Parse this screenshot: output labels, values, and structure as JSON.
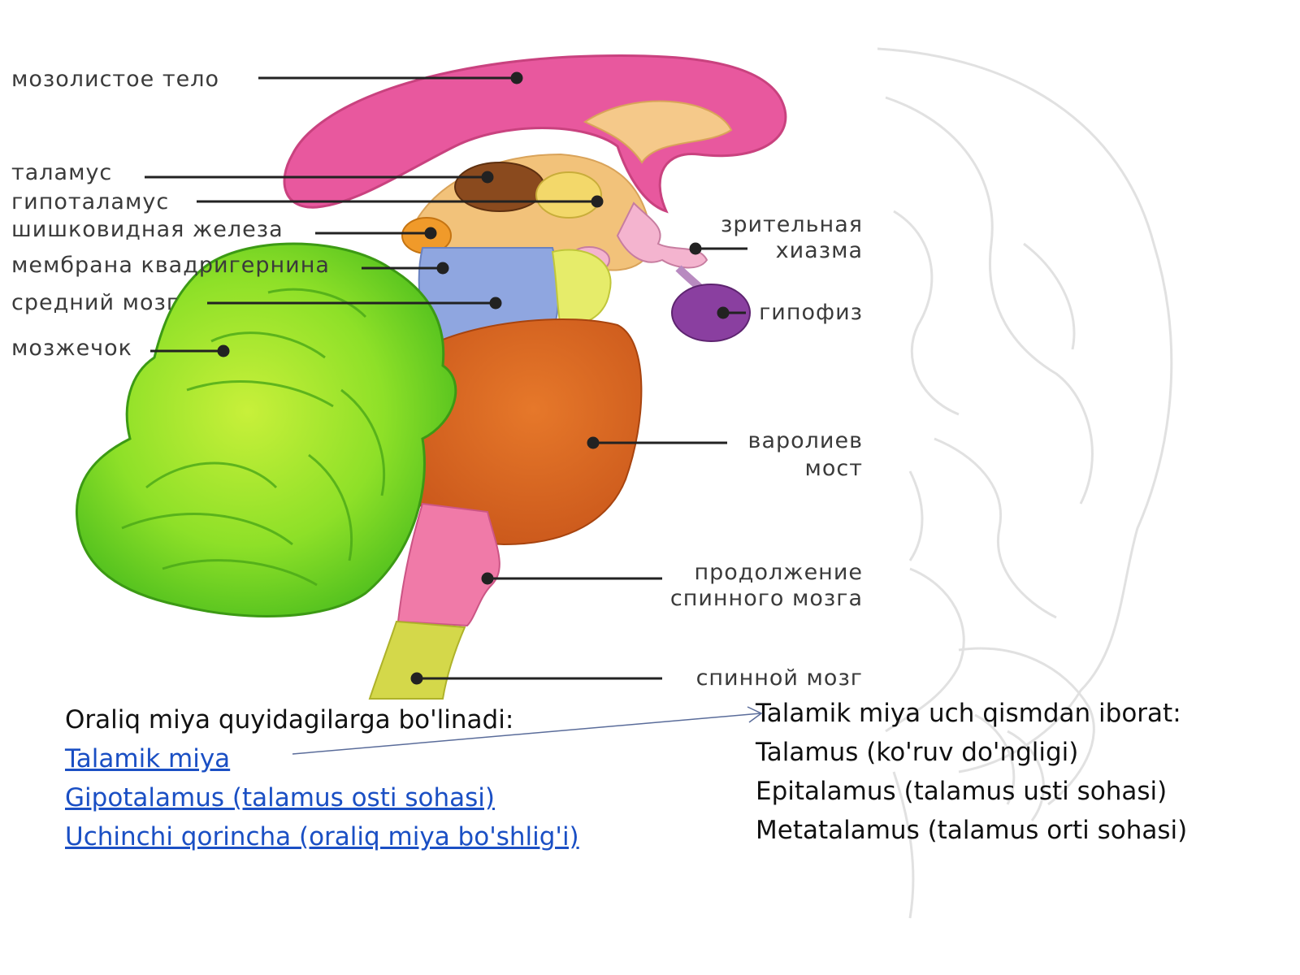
{
  "diagram": {
    "labels": {
      "corpus_callosum": "мозолистое тело",
      "thalamus": "таламус",
      "hypothalamus": "гипоталамус",
      "pineal": "шишковидная железа",
      "membrane": "мембрана квадригернина",
      "midbrain": "средний мозг",
      "cerebellum": "мозжечок",
      "chiasm_1": "зрительная",
      "chiasm_2": "хиазма",
      "pituitary": "гипофиз",
      "pons_1": "варолиев",
      "pons_2": "мост",
      "medulla_1": "продолжение",
      "medulla_2": "спинного мозга",
      "spinal_cord": "спинной мозг"
    },
    "colors": {
      "corpus_callosum": "#e8589e",
      "cerebellum": "#7ed321",
      "pons": "#d9671f",
      "midbrain": "#8fa6e0",
      "medulla": "#f07aa8",
      "spinal_cord": "#d4d84a",
      "pituitary": "#8a3fa0",
      "thalamus": "#8a4a1e",
      "background_outline": "#d8d8d8"
    }
  },
  "left_text": {
    "heading": "Oraliq miya quyidagilarga bo'linadi:",
    "links": [
      "Talamik miya",
      "Gipotalamus (talamus osti sohasi)",
      "Uchinchi qorincha (oraliq miya bo'shlig'i)"
    ]
  },
  "right_text": {
    "heading": "Talamik miya uch qismdan iborat:",
    "items": [
      "Talamus (ko'ruv do'ngligi)",
      "Epitalamus (talamus usti sohasi)",
      "Metatalamus (talamus orti sohasi)"
    ]
  }
}
